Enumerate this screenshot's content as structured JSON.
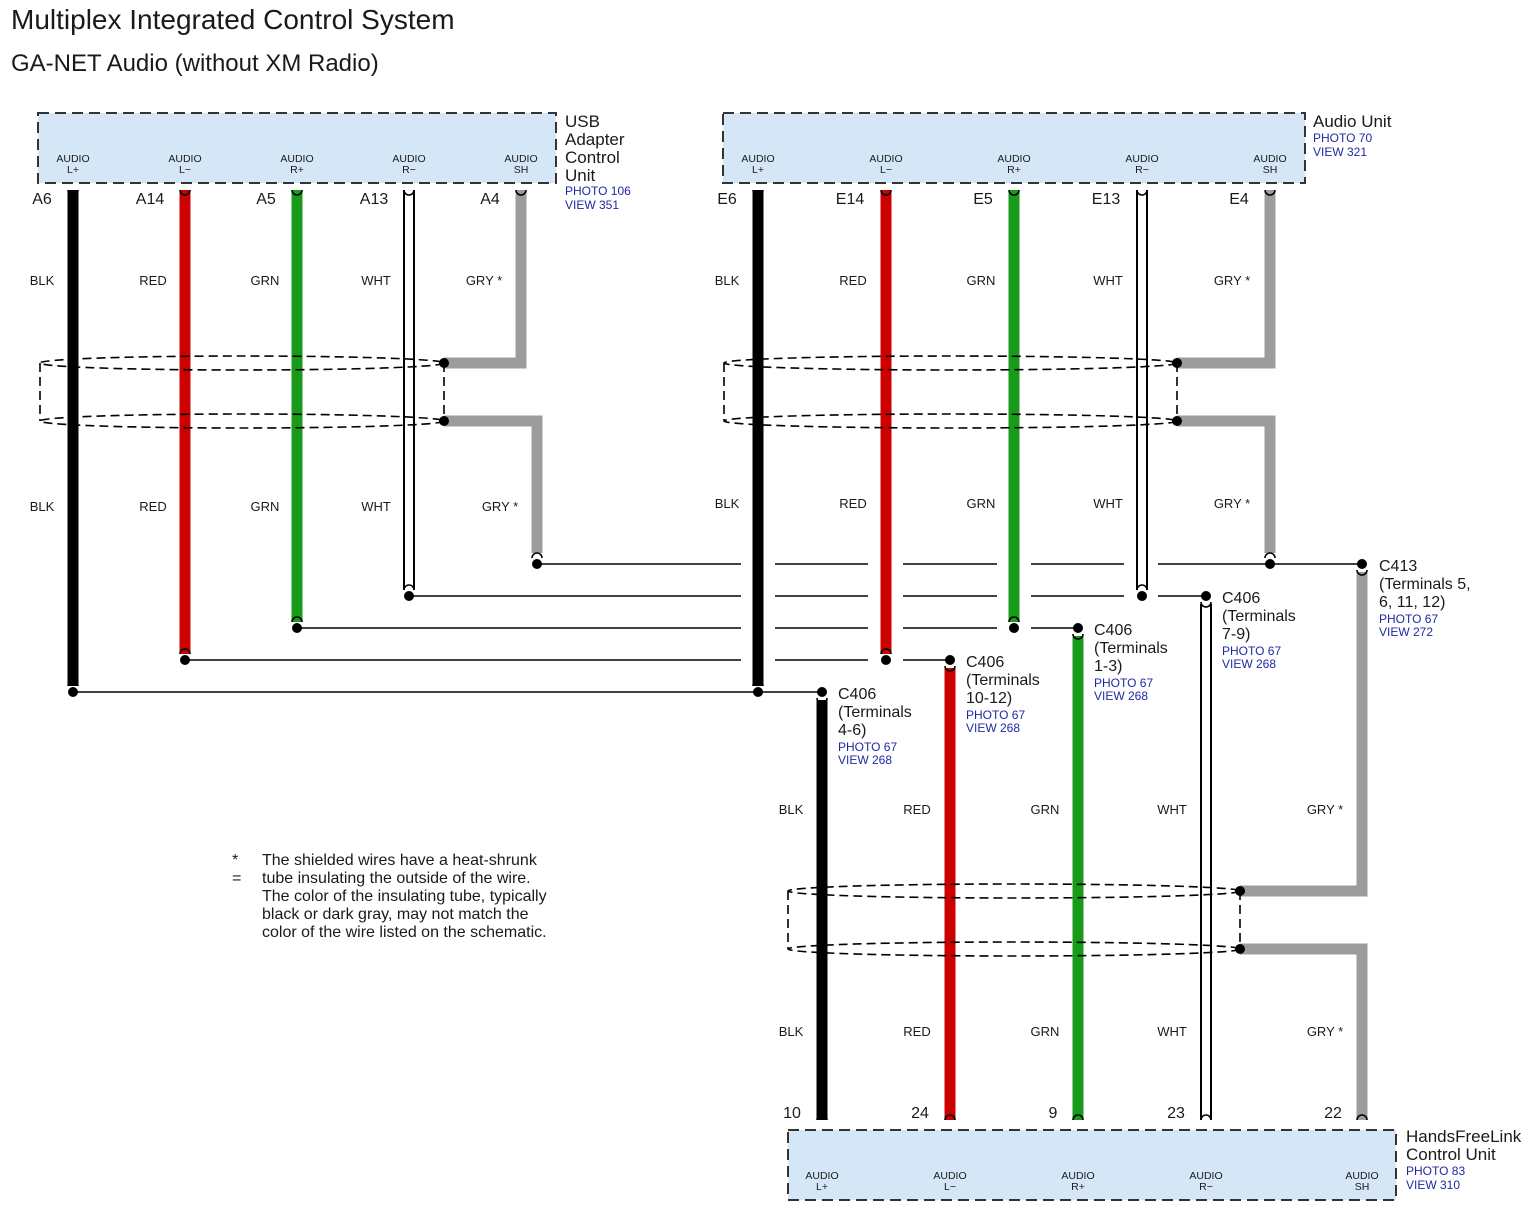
{
  "header": {
    "title": "Multiplex Integrated Control System",
    "subtitle": "GA-NET Audio (without XM Radio)"
  },
  "colors": {
    "BLK": "#000000",
    "RED": "#cc0000",
    "GRN": "#1a9a1a",
    "WHT": "#ffffff",
    "GRY": "#9c9c9c",
    "box_fill": "#d5e6f6",
    "ref_text": "#1f2aa0"
  },
  "components": {
    "usb": {
      "name_lines": [
        "USB",
        "Adapter",
        "Control",
        "Unit"
      ],
      "photo": "PHOTO 106",
      "view": "VIEW 351",
      "pins": [
        {
          "top": "AUDIO",
          "bottom": "L+",
          "terminal": "A6",
          "color": "BLK"
        },
        {
          "top": "AUDIO",
          "bottom": "L−",
          "terminal": "A14",
          "color": "RED"
        },
        {
          "top": "AUDIO",
          "bottom": "R+",
          "terminal": "A5",
          "color": "GRN"
        },
        {
          "top": "AUDIO",
          "bottom": "R−",
          "terminal": "A13",
          "color": "WHT"
        },
        {
          "top": "AUDIO",
          "bottom": "SH",
          "terminal": "A4",
          "color": "GRY"
        }
      ]
    },
    "audio": {
      "name_lines": [
        "Audio Unit"
      ],
      "photo": "PHOTO 70",
      "view": "VIEW 321",
      "pins": [
        {
          "top": "AUDIO",
          "bottom": "L+",
          "terminal": "E6",
          "color": "BLK"
        },
        {
          "top": "AUDIO",
          "bottom": "L−",
          "terminal": "E14",
          "color": "RED"
        },
        {
          "top": "AUDIO",
          "bottom": "R+",
          "terminal": "E5",
          "color": "GRN"
        },
        {
          "top": "AUDIO",
          "bottom": "R−",
          "terminal": "E13",
          "color": "WHT"
        },
        {
          "top": "AUDIO",
          "bottom": "SH",
          "terminal": "E4",
          "color": "GRY"
        }
      ]
    },
    "hfl": {
      "name_lines": [
        "HandsFreeLink",
        "Control Unit"
      ],
      "photo": "PHOTO 83",
      "view": "VIEW 310",
      "pins": [
        {
          "top": "AUDIO",
          "bottom": "L+",
          "terminal": "10",
          "color": "BLK"
        },
        {
          "top": "AUDIO",
          "bottom": "L−",
          "terminal": "24",
          "color": "RED"
        },
        {
          "top": "AUDIO",
          "bottom": "R+",
          "terminal": "9",
          "color": "GRN"
        },
        {
          "top": "AUDIO",
          "bottom": "R−",
          "terminal": "23",
          "color": "WHT"
        },
        {
          "top": "AUDIO",
          "bottom": "SH",
          "terminal": "22",
          "color": "GRY"
        }
      ]
    }
  },
  "wire_labels": {
    "usb_upper": [
      "BLK",
      "RED",
      "GRN",
      "WHT",
      "GRY *"
    ],
    "usb_lower": [
      "BLK",
      "RED",
      "GRN",
      "WHT",
      "GRY *"
    ],
    "audio_upper": [
      "BLK",
      "RED",
      "GRN",
      "WHT",
      "GRY *"
    ],
    "audio_lower": [
      "BLK",
      "RED",
      "GRN",
      "WHT",
      "GRY *"
    ],
    "hfl_upper": [
      "BLK",
      "RED",
      "GRN",
      "WHT",
      "GRY *"
    ],
    "hfl_lower": [
      "BLK",
      "RED",
      "GRN",
      "WHT",
      "GRY *"
    ]
  },
  "junctions": [
    {
      "name": "C406",
      "lines": [
        "(Terminals",
        "4-6)"
      ],
      "photo": "PHOTO 67",
      "view": "VIEW 268"
    },
    {
      "name": "C406",
      "lines": [
        "(Terminals",
        "10-12)"
      ],
      "photo": "PHOTO 67",
      "view": "VIEW 268"
    },
    {
      "name": "C406",
      "lines": [
        "(Terminals",
        "1-3)"
      ],
      "photo": "PHOTO 67",
      "view": "VIEW 268"
    },
    {
      "name": "C406",
      "lines": [
        "(Terminals",
        "7-9)"
      ],
      "photo": "PHOTO 67",
      "view": "VIEW 268"
    },
    {
      "name": "C413",
      "lines": [
        "(Terminals 5,",
        "6, 11, 12)"
      ],
      "photo": "PHOTO 67",
      "view": "VIEW 272"
    }
  ],
  "note": {
    "marker": "* =",
    "lines": [
      "The shielded wires have a heat-shrunk",
      "tube insulating the outside of the wire.",
      "The color of the insulating tube, typically",
      "black or dark gray, may not match the",
      "color of the wire listed on the schematic."
    ]
  }
}
